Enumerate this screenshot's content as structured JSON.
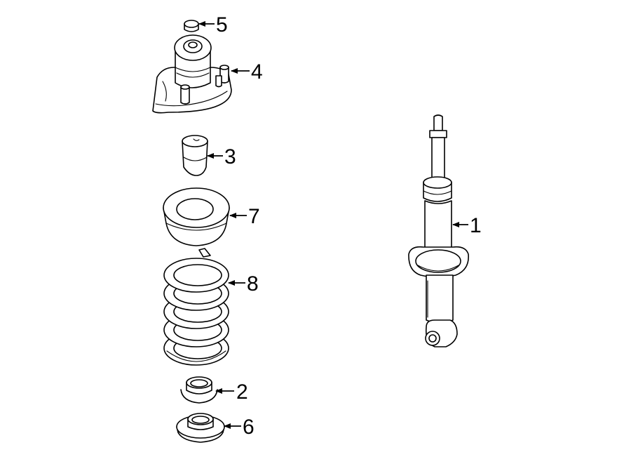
{
  "parts": [
    {
      "id": "strut",
      "number": "1"
    },
    {
      "id": "spring-seat",
      "number": "2"
    },
    {
      "id": "bump-stop",
      "number": "3"
    },
    {
      "id": "strut-mount",
      "number": "4"
    },
    {
      "id": "mount-nut",
      "number": "5"
    },
    {
      "id": "lower-insulator",
      "number": "6"
    },
    {
      "id": "upper-insulator",
      "number": "7"
    },
    {
      "id": "coil-spring",
      "number": "8"
    }
  ],
  "colors": {
    "line": "#000000",
    "background": "#ffffff"
  }
}
